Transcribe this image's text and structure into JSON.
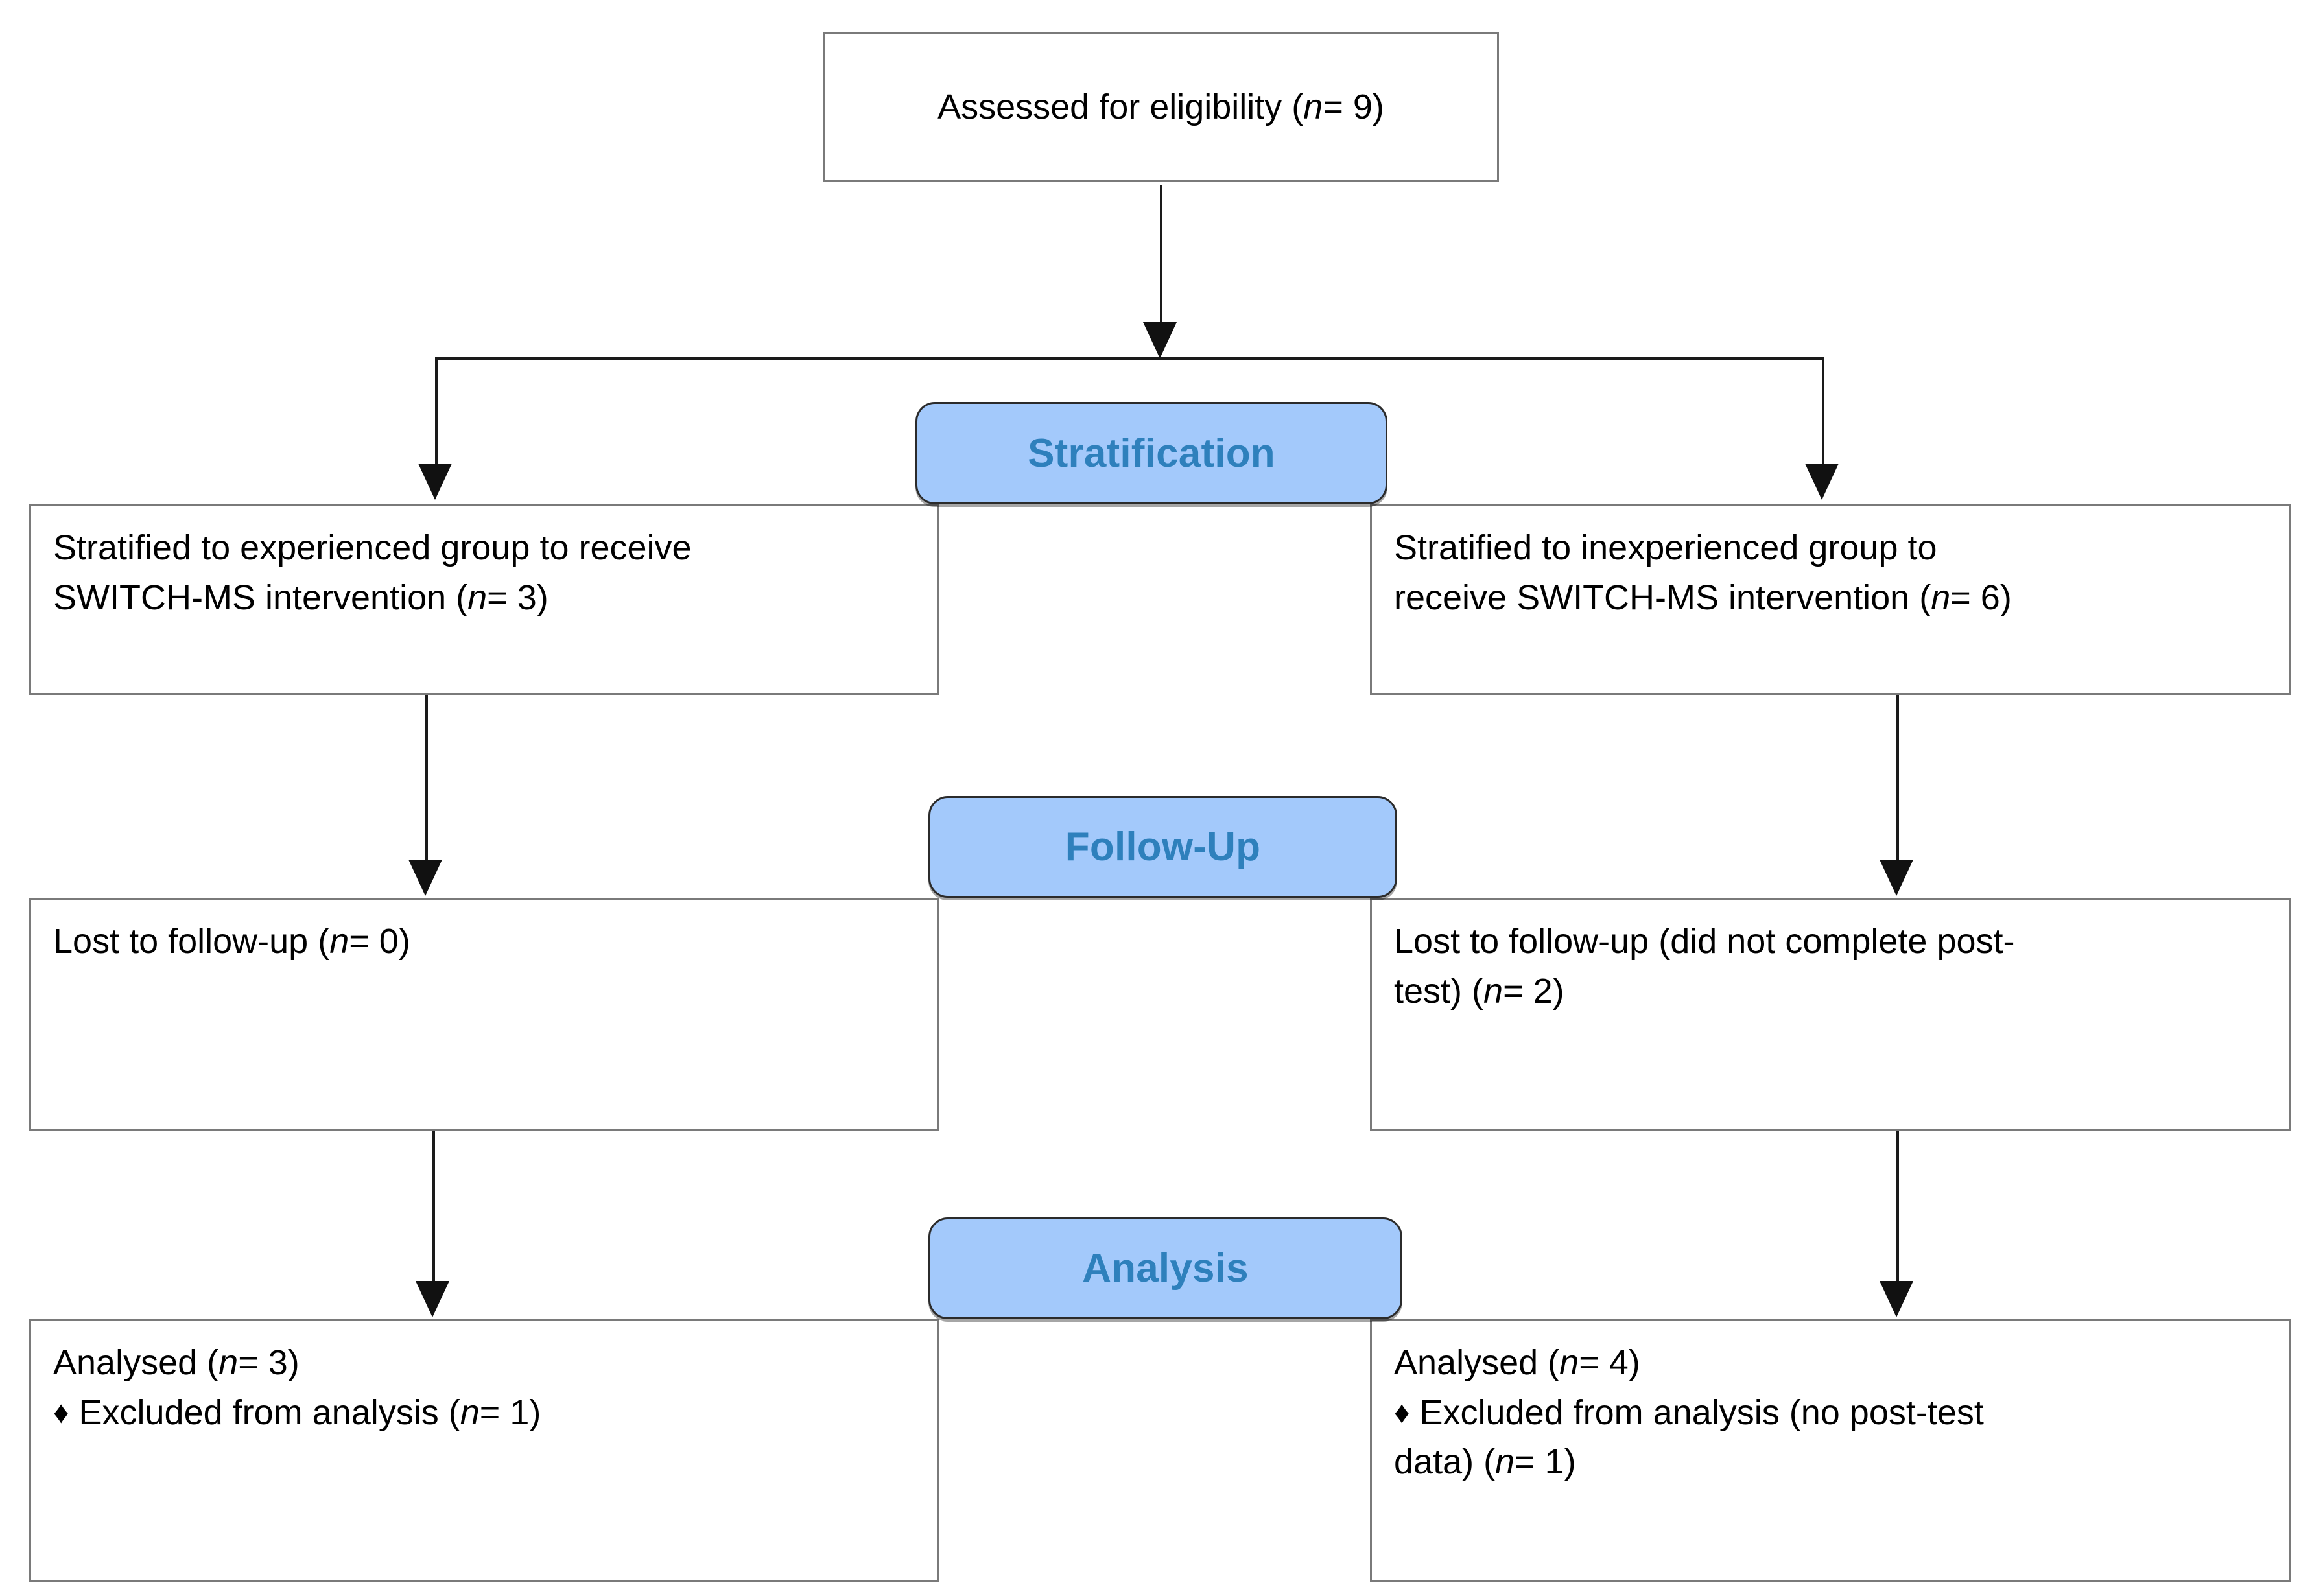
{
  "diagram": {
    "type": "flowchart",
    "title_present": false,
    "colors": {
      "stage_label_fill": "#a3c9fb",
      "stage_label_text": "#2e80bc",
      "stage_label_border": "#2b2b2b",
      "box_border": "#7a7a7a",
      "box_fill": "#ffffff",
      "connector": "#111111",
      "body_text": "#000000"
    },
    "stage_labels": [
      {
        "id": "stratification",
        "text": "Stratification"
      },
      {
        "id": "follow_up",
        "text": "Follow-Up"
      },
      {
        "id": "analysis",
        "text": "Analysis"
      }
    ],
    "nodes": {
      "enrollment": {
        "lines": [
          {
            "text": "Assessed for eligibility (",
            "italic": "n",
            "tail": "= 9)"
          }
        ],
        "plain": "Assessed for eligibility (n= 9)",
        "n": 9
      },
      "stratified_experienced": {
        "line1_pre": "Stratified to experienced group to receive",
        "line2_pre": "SWITCH-MS intervention (",
        "line2_italic": "n",
        "line2_tail": "= 3)",
        "plain": "Stratified to experienced group to receive SWITCH-MS intervention (n= 3)",
        "n": 3
      },
      "stratified_inexperienced": {
        "line1_pre": "Stratified to inexperienced group to",
        "line2_pre": "receive SWITCH-MS intervention (",
        "line2_italic": "n",
        "line2_tail": "= 6)",
        "plain": "Stratified to inexperienced group to receive SWITCH-MS intervention (n= 6)",
        "n": 6
      },
      "lost_experienced": {
        "line1_pre": "Lost to follow-up (",
        "line1_italic": "n",
        "line1_tail": "= 0)",
        "plain": "Lost to follow-up (n= 0)",
        "n": 0
      },
      "lost_inexperienced": {
        "line1_pre": "Lost to follow-up (did not complete post-",
        "line2_pre": "test) (",
        "line2_italic": "n",
        "line2_tail": "= 2)",
        "plain": "Lost to follow-up (did not complete post-test) (n= 2)",
        "n": 2
      },
      "analysed_experienced": {
        "line1_pre": "Analysed (",
        "line1_italic": "n",
        "line1_tail": "= 3)",
        "bullet": "♦",
        "line2_pre": " Excluded from analysis (",
        "line2_italic": "n",
        "line2_tail": "= 1)",
        "plain": "Analysed (n= 3) ♦ Excluded from analysis (n= 1)",
        "n": 3,
        "excluded_n": 1
      },
      "analysed_inexperienced": {
        "line1_pre": "Analysed (",
        "line1_italic": "n",
        "line1_tail": "= 4)",
        "bullet": "♦",
        "line2_pre": " Excluded from analysis (no post-test",
        "line3_pre": "data) (",
        "line3_italic": "n",
        "line3_tail": "= 1)",
        "plain": "Analysed (n= 4) ♦ Excluded from analysis (no post-test data) (n= 1)",
        "n": 4,
        "excluded_n": 1
      }
    }
  }
}
